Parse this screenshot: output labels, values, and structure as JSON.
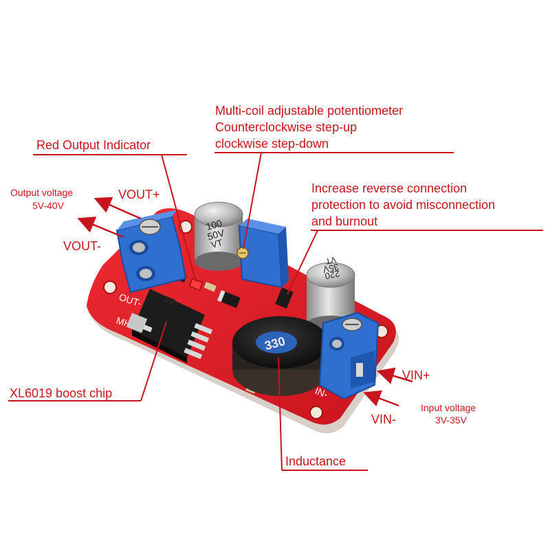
{
  "labels": {
    "red_output_indicator": "Red Output Indicator",
    "potentiometer_line1": "Multi-coil adjustable potentiometer",
    "potentiometer_line2": "Counterclockwise step-up",
    "potentiometer_line3": "clockwise step-down",
    "reverse_line1": "Increase reverse connection",
    "reverse_line2": "protection to avoid misconnection",
    "reverse_line3": "and burnout",
    "output_voltage_line1": "Output voltage",
    "output_voltage_line2": "5V-40V",
    "vout_plus": "VOUT+",
    "vout_minus": "VOUT-",
    "boost_chip": "XL6019 boost chip",
    "inductance": "Inductance",
    "vin_plus": "VIN+",
    "vin_minus": "VIN-",
    "input_voltage_line1": "Input voltage",
    "input_voltage_line2": "3V-35V"
  },
  "board": {
    "cap_left_line1": "100",
    "cap_left_line2": "50V",
    "cap_left_line3": "VT",
    "cap_right_line1": "220",
    "cap_right_line2": "35V",
    "cap_right_line3": "VT",
    "inductor_code": "330",
    "silk_out_minus": "OUT-",
    "silk_mh": "MH",
    "silk_in_minus": "IN-"
  },
  "colors": {
    "label_red": "#c8141e",
    "board_red": "#e0202a",
    "terminal_blue": "#2f6fd0"
  }
}
